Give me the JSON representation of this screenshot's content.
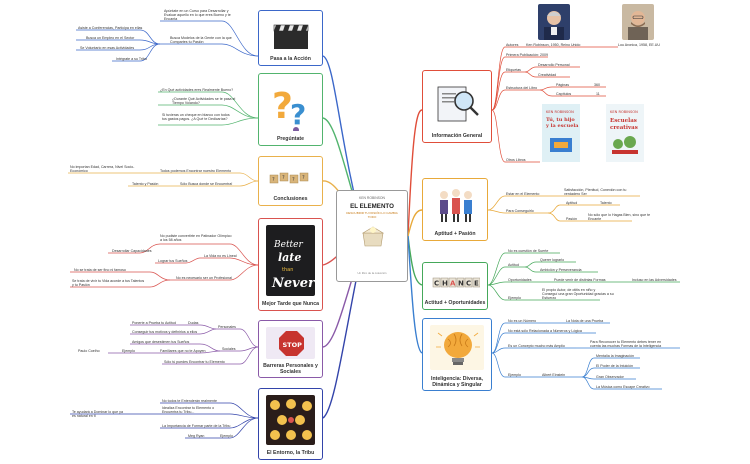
{
  "center": {
    "author": "KEN ROBINSON",
    "title": "EL ELEMENTO",
    "subtitle": "DESCUBRIR TU PASIÓN LO CAMBIA TODO",
    "footer": "Un libro de la colección"
  },
  "topics": {
    "pasa": {
      "label": "Pasa a la Acción",
      "color": "#3b67c9"
    },
    "preguntate": {
      "label": "Pregúntate",
      "color": "#52b46e"
    },
    "conclusiones": {
      "label": "Conclusiones",
      "color": "#e9b14c"
    },
    "tarde": {
      "label": "Mejor Tarde que Nunca",
      "color": "#d9534f"
    },
    "barreras": {
      "label": "Barreras Personales y Sociales",
      "color": "#8a5aa8"
    },
    "entorno": {
      "label": "El Entorno, la Tribu",
      "color": "#3344aa"
    },
    "general": {
      "label": "Información General",
      "color": "#e04e3a"
    },
    "aptitud": {
      "label": "Aptitud + Pasión",
      "color": "#e8a93a"
    },
    "oportunidades": {
      "label": "Actitud + Oportunidades",
      "color": "#45a85a"
    },
    "inteligencia": {
      "label": "Inteligencia: Diversa, Dinámica y Singular",
      "color": "#3a7fd0"
    }
  },
  "texts": {
    "pasa_1": "Apúntate en un Curso para Desarrollar y",
    "pasa_1b": "Evaluar aquello en lo que eres Bueno y te",
    "pasa_1c": "Encanta",
    "pasa_2": "Busca Modelos de la Gente con la que",
    "pasa_2b": "Compartes tu Pasión",
    "pasa_2_1": "Asiste a Conferencias, Participa en ellas",
    "pasa_2_2": "Busca un Empleo en el Sector",
    "pasa_2_3": "Se Voluntario en esas Actividades",
    "pasa_2_4": "Intégrate a su Tribu",
    "preg_1": "¿En Qué actividades eres Realmente Bueno?",
    "preg_2": "¿Durante Qué Actividades se te pasa el",
    "preg_2b": "Tiempo Volando?",
    "preg_3": "Si tuvieras un cheque en blanco con todos",
    "preg_3b": "tus gastos pagos. ¿A Qué te Dedicarías?",
    "conc_1": "Todos podemos Encontrar nuestro Elemento",
    "conc_1_1": "No importan Edad, Carrera, Nivel Socio-",
    "conc_1_1b": "Económico",
    "conc_2": "Sólo Busca donde se Encuentra!",
    "conc_2_1": "Talento y Pasión",
    "tarde_1": "No pudiste convertirte en Patinador Olímpico",
    "tarde_1b": "a los 58 años",
    "tarde_1_1": "Desarrollar Capacidades",
    "tarde_2": "La Vida no es Lineal",
    "tarde_2_1": "Lograr tus Sueños",
    "tarde_3": "No es necesario ser un Profesional",
    "tarde_3_1": "No se trata de ser fino ni famoso",
    "tarde_3_2": "Se trata de vivir tu Vida acorde a tus Talentos",
    "tarde_3_2b": "y tu Pasión",
    "barr_p": "Personales",
    "barr_p_1": "Ponerte a Prueba tu Actitud",
    "barr_p_1a": "Dudas",
    "barr_p_2": "Conseguir tus motivos y definirlos a ellos",
    "barr_s": "Sociales",
    "barr_s_1": "Amigos que desestimen tus Sueños",
    "barr_s_2": "Familiares que no te Apoyen",
    "barr_s_2a": "Ejemplo",
    "barr_s_2b": "Paulo Coelho",
    "barr_s_3": "Sólo tú puedes Encontrar tu Elemento",
    "ent_1": "No todos te Entenderán realmente",
    "ent_2": "Idealiza Encontrar tu Elemento o",
    "ent_2b": "Encuentra tu Tribu...",
    "ent_2_1": "Te ayudará a Dominar lo que ya",
    "ent_2_1b": "es natural en ti",
    "ent_3": "La Importancia de Formar parte de la Tribu",
    "ent_4": "Ejemplo",
    "ent_4_1": "Meg Ryan",
    "gen_autores": "Autores",
    "gen_autor1": "Ken Robinson, 1950, Reino Unido",
    "gen_autor2": "Lou Aronica, 1958, EE.UU",
    "gen_pub": "Primera Publicación: 2009",
    "gen_etiq": "Etiquetas",
    "gen_etiq_1": "Desarrollo Personal",
    "gen_etiq_2": "Creatividad",
    "gen_estr": "Estructura del Libro",
    "gen_pag": "Páginas",
    "gen_pag_v": "360",
    "gen_cap": "Capítulos",
    "gen_cap_v": "11",
    "gen_otros": "Otros Libros",
    "apt_1": "Estar en el Elemento",
    "apt_1_1": "Satisfacción, Plenitud, Conexión con tu",
    "apt_1_1b": "verdadero Ser",
    "apt_2": "Para Conseguirlo",
    "apt_2_1": "Aptitud",
    "apt_2_1a": "Talento",
    "apt_2_2": "Pasión",
    "apt_2_2a": "No sólo que lo Hagas Bien, sino que te",
    "apt_2_2b": "Encante",
    "op_1": "No es cuestión de Suerte",
    "op_2": "Actitud",
    "op_2_1": "Querer lograrlo",
    "op_2_2": "Ambición y Perseverancia",
    "op_3": "Oportunidades",
    "op_3_1": "Puede venir de distintas Formas",
    "op_3_1a": "Incluso en las Adversidades",
    "op_4": "Ejemplo",
    "op_4_1": "El propio Autor, de otitis en niño y",
    "op_4_1b": "Conseguí una gran Oportunidad gracias a su",
    "op_4_1c": "Esfuerzo",
    "int_1": "No es un Número",
    "int_1a": "La Nota de una Prueba",
    "int_2": "No está sólo Relacionada a Números y Lógica",
    "int_3": "Es un Concepto mucho más Amplio",
    "int_3a": "Para Reconocer tu Elemento debes tener en",
    "int_3b": "cuenta las muchas Formas de la Inteligencia",
    "int_4": "Ejemplo",
    "int_4a": "Albert Einstein",
    "int_4_1": "Mentalía la Imaginación",
    "int_4_2": "El Poder de la Intuición",
    "int_4_3": "Gran Observador",
    "int_4_4": "La Música como Escape Creativo"
  },
  "colors": {
    "pasa": "#3b67c9",
    "preguntate": "#52b46e",
    "conclusiones": "#e9b14c",
    "tarde": "#d9534f",
    "barreras": "#8a5aa8",
    "entorno": "#3344aa",
    "general": "#e04e3a",
    "aptitud": "#e8a93a",
    "oportunidades": "#45a85a",
    "inteligencia": "#3a7fd0"
  },
  "icons": {
    "pasa": "clapperboard-icon",
    "preguntate": "question-marks-icon",
    "conclusiones": "puzzle-blocks-icon",
    "tarde": "lettering-icon",
    "barreras": "stop-sign-icon",
    "entorno": "group-faces-icon",
    "general": "magnifier-icon",
    "aptitud": "people-illustration-icon",
    "oportunidades": "chance-blocks-icon",
    "inteligencia": "brain-bulb-icon"
  }
}
